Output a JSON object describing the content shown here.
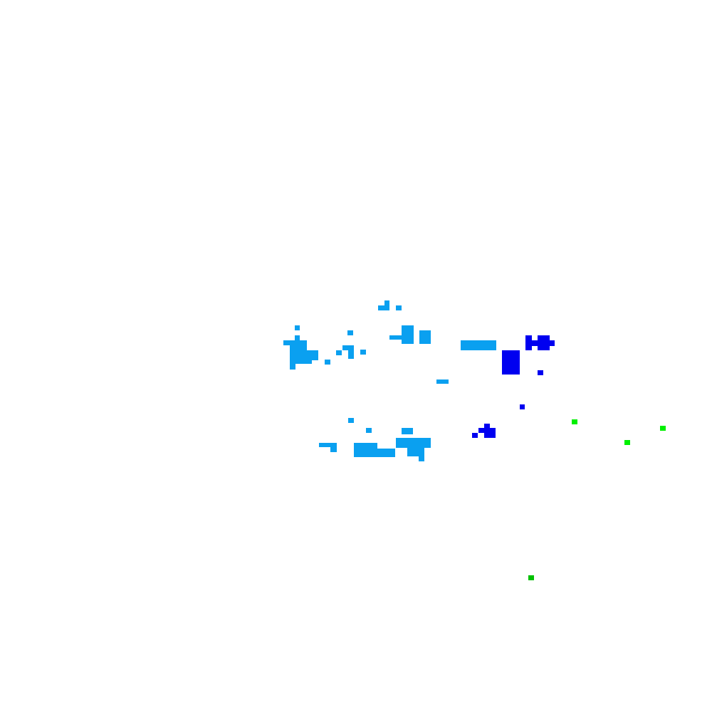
{
  "palette": {
    "background": "#ffffff",
    "light_blue": "#0aa0f0",
    "blue": "#0000f0",
    "green": "#00f000",
    "dark_green": "#00c000"
  },
  "clusters": [
    {
      "name": "light-blue-cluster-upper-left",
      "color": "light_blue"
    },
    {
      "name": "light-blue-cluster-upper-center",
      "color": "light_blue"
    },
    {
      "name": "light-blue-cluster-center-right",
      "color": "light_blue"
    },
    {
      "name": "light-blue-cluster-lower",
      "color": "light_blue"
    },
    {
      "name": "blue-cluster-right",
      "color": "blue"
    },
    {
      "name": "blue-cluster-lower",
      "color": "blue"
    },
    {
      "name": "green-points",
      "color": "green"
    },
    {
      "name": "dark-green-point",
      "color": "dark_green"
    }
  ]
}
